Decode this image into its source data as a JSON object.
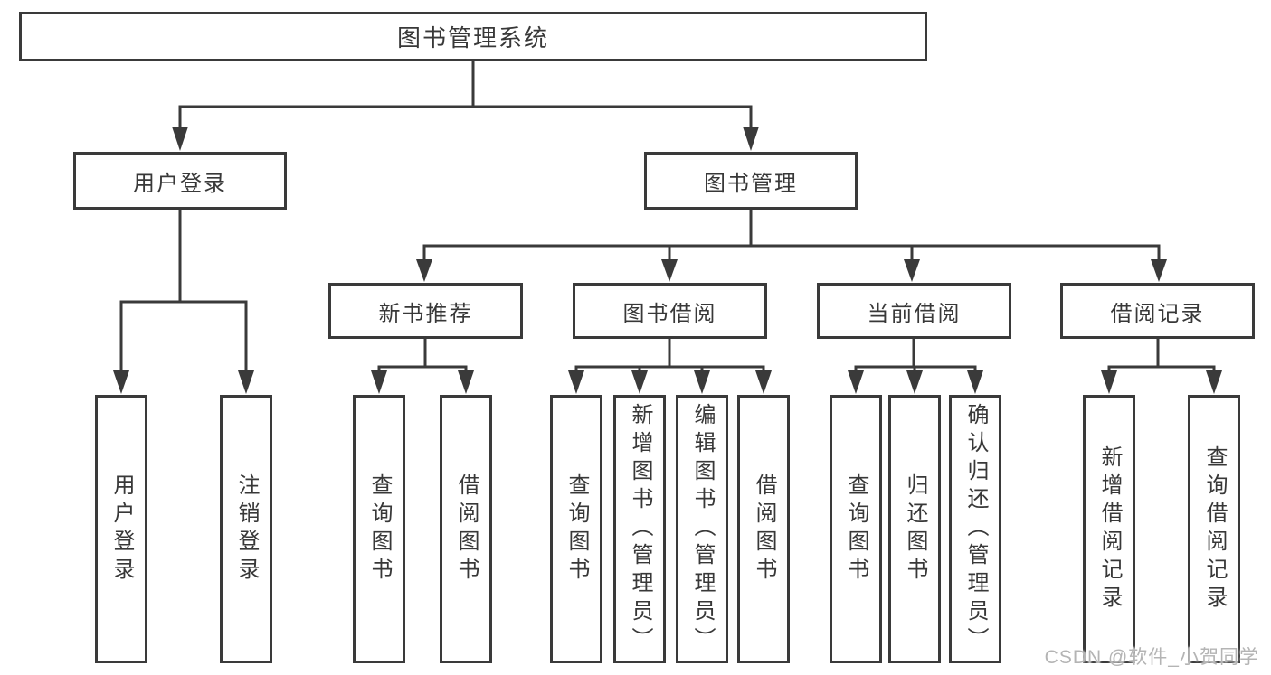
{
  "diagram": {
    "root": "图书管理系统",
    "level2": [
      "用户登录",
      "图书管理"
    ],
    "level3": [
      "新书推荐",
      "图书借阅",
      "当前借阅",
      "借阅记录"
    ],
    "leaves": [
      {
        "parent": "用户登录",
        "label": "用户登录"
      },
      {
        "parent": "用户登录",
        "label": "注销登录"
      },
      {
        "parent": "新书推荐",
        "label": "查询图书"
      },
      {
        "parent": "新书推荐",
        "label": "借阅图书"
      },
      {
        "parent": "图书借阅",
        "label": "查询图书"
      },
      {
        "parent": "图书借阅",
        "label": "新增图书（管理员）"
      },
      {
        "parent": "图书借阅",
        "label": "编辑图书（管理员）"
      },
      {
        "parent": "图书借阅",
        "label": "借阅图书"
      },
      {
        "parent": "当前借阅",
        "label": "查询图书"
      },
      {
        "parent": "当前借阅",
        "label": "归还图书"
      },
      {
        "parent": "当前借阅",
        "label": "确认归还（管理员）"
      },
      {
        "parent": "借阅记录",
        "label": "新增借阅记录"
      },
      {
        "parent": "借阅记录",
        "label": "查询借阅记录"
      }
    ]
  },
  "watermark": "CSDN @软件_小贺同学",
  "colors": {
    "line": "#3a3a3a",
    "box_border": "#3a3a3a",
    "text": "#383838",
    "watermark": "#b4b4b4",
    "background": "#ffffff"
  }
}
